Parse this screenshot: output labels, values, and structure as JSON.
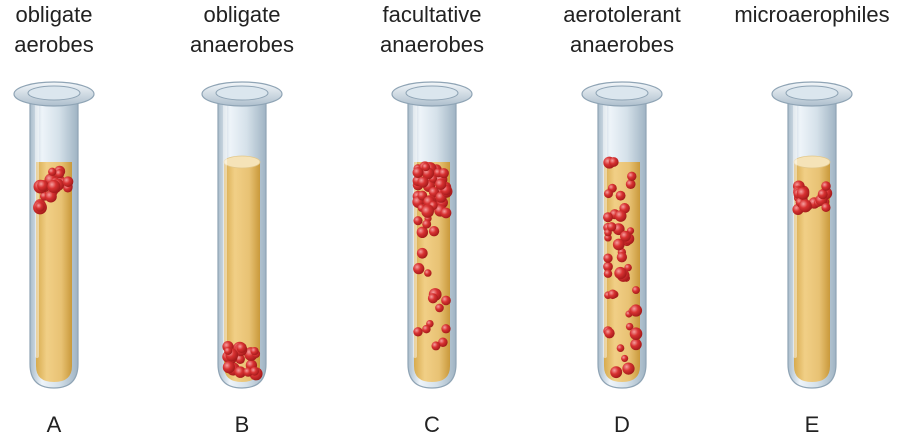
{
  "tubes": [
    {
      "caption": "obligate\naerobes",
      "letter": "A",
      "medium": "full",
      "bacteria": "top"
    },
    {
      "caption": "obligate\nanaerobes",
      "letter": "B",
      "medium": "with-surface",
      "bacteria": "bottom"
    },
    {
      "caption": "facultative\nanaerobes",
      "letter": "C",
      "medium": "full",
      "bacteria": "gradient"
    },
    {
      "caption": "aerotolerant\nanaerobes",
      "letter": "D",
      "medium": "full",
      "bacteria": "uniform"
    },
    {
      "caption": "microaerophiles",
      "letter": "E",
      "medium": "with-surface",
      "bacteria": "band-below-surface"
    }
  ],
  "colors": {
    "glass": "#c9d7e3",
    "glass_outline": "#8fa4b5",
    "medium": "#e8c274",
    "medium_dark": "#d3a94c",
    "medium_surface": "#f5e3b8",
    "bacteria": "#d42a2a",
    "bacteria_highlight": "#f48b8b",
    "text": "#222222"
  }
}
